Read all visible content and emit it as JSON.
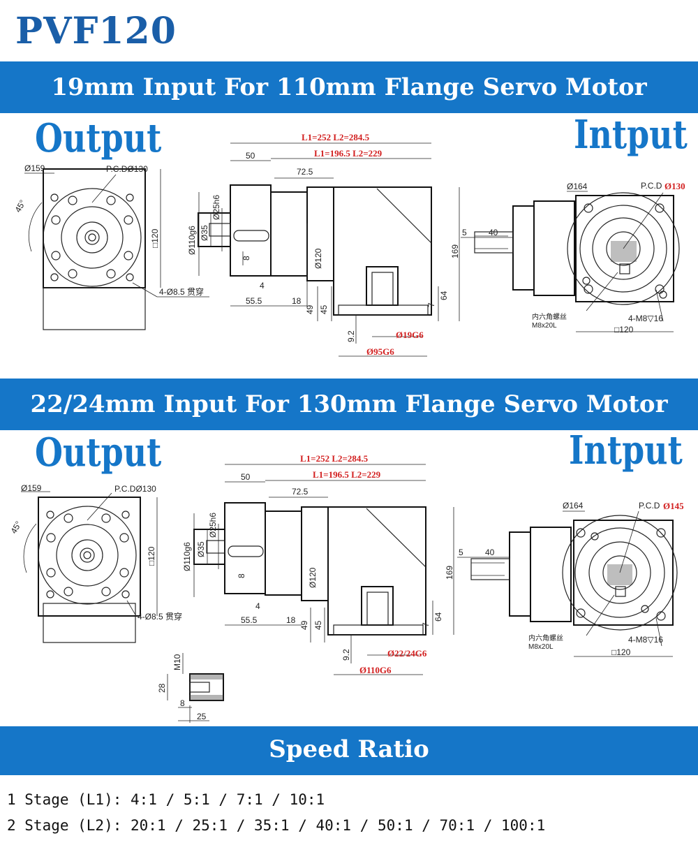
{
  "header": {
    "title": "PVF120"
  },
  "section1": {
    "banner": "19mm Input For 110mm Flange Servo Motor",
    "output_label": "Output",
    "input_label": "Intput",
    "output_view": {
      "od": "Ø159",
      "pcd": "P.C.DØ130",
      "angle": "45°",
      "square": "□120",
      "holes": "4-Ø8.5 贯穿"
    },
    "side_view": {
      "l_total": "L1=252 L2=284.5",
      "l_body": "L1=196.5 L2=229",
      "d50": "50",
      "d72": "72.5",
      "d110": "Ø110g6",
      "d35": "Ø35",
      "d25": "Ø25h6",
      "key8": "8",
      "d4": "4",
      "d55": "55.5",
      "d18": "18",
      "d49": "49",
      "d45": "45",
      "d120": "Ø120",
      "d169": "169",
      "d64": "64",
      "d7": "7",
      "d92": "9.2",
      "bore": "Ø19G6",
      "spigot": "Ø95G6"
    },
    "input_view": {
      "od": "Ø164",
      "pcd_prefix": "P.C.D",
      "pcd_value": "Ø130",
      "d5": "5",
      "d40": "40",
      "screw1": "内六角螺丝",
      "screw2": "M8x20L",
      "holes": "4-M8▽16",
      "square": "□120"
    }
  },
  "section2": {
    "banner": "22/24mm Input For 130mm Flange Servo Motor",
    "output_label": "Output",
    "input_label": "Intput",
    "output_view": {
      "od": "Ø159",
      "pcd": "P.C.DØ130",
      "angle": "45°",
      "square": "□120",
      "holes": "4-Ø8.5 贯穿"
    },
    "side_view": {
      "l_total": "L1=252 L2=284.5",
      "l_body": "L1=196.5 L2=229",
      "d50": "50",
      "d72": "72.5",
      "d110": "Ø110g6",
      "d35": "Ø35",
      "d25": "Ø25h6",
      "key8": "8",
      "d4": "4",
      "d55": "55.5",
      "d18": "18",
      "d49": "49",
      "d45": "45",
      "d120": "Ø120",
      "d169": "169",
      "d64": "64",
      "d7": "7",
      "d92": "9.2",
      "bore": "Ø22/24G6",
      "spigot": "Ø110G6"
    },
    "input_view": {
      "od": "Ø164",
      "pcd_prefix": "P.C.D",
      "pcd_value": "Ø145",
      "d5": "5",
      "d40": "40",
      "screw1": "内六角螺丝",
      "screw2": "M8x20L",
      "holes": "4-M8▽16",
      "square": "□120"
    },
    "detail": {
      "thread": "M10",
      "d28": "28",
      "d8": "8",
      "d25": "25"
    }
  },
  "speed": {
    "banner": "Speed Ratio",
    "stage1": "1 Stage (L1): 4:1 / 5:1 / 7:1 / 10:1",
    "stage2": "2 Stage (L2): 20:1 / 25:1 / 35:1 / 40:1 / 50:1 / 70:1 / 100:1"
  }
}
